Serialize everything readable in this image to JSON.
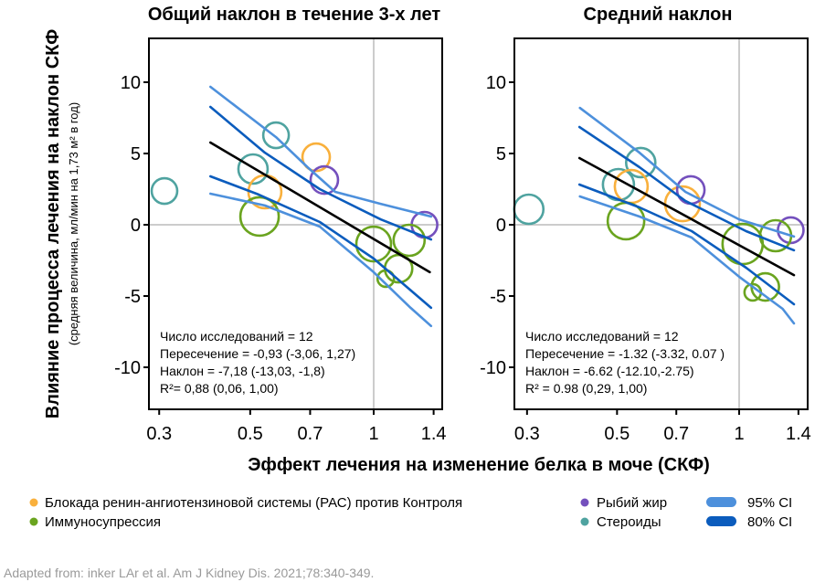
{
  "colors": {
    "ras": "#f9b03c",
    "immuno": "#6aa41f",
    "fish_oil": "#7450bd",
    "steroids": "#4fa3a0",
    "ci95": "#4d90dc",
    "ci80": "#0b5cbd",
    "fit": "#000000",
    "reference": "#cccccc"
  },
  "y_axis_title": "Влияние процесса лечения на наклон СКФ",
  "y_axis_subtitle": "(средняя величина, мл/мин на 1,73 м² в год)",
  "x_axis_title": "Эффект лечения на изменение белка в моче (СКФ)",
  "legend": {
    "ras": "Блокада ренин-ангиотензиновой системы (РАС) против Контроля",
    "immuno": "Иммуносупрессия",
    "fish_oil": "Рыбий жир",
    "steroids": "Стероиды",
    "ci95": "95% CI",
    "ci80": "80% CI"
  },
  "footer": "Adapted from: inker LAr et al. Am J Kidney Dis. 2021;78:340-349.",
  "chart_data": [
    {
      "type": "scatter",
      "title": "Общий наклон в течение 3-х лет",
      "x_scale": "log",
      "xlim": [
        0.28,
        1.5
      ],
      "ylim": [
        -13,
        13.2
      ],
      "x_ticks": [
        "0.3",
        "0.5",
        "0.7",
        "1",
        "1.4"
      ],
      "y_ticks": [
        "10",
        "5",
        "0",
        "-5",
        "-10"
      ],
      "reference_lines": {
        "x": 1,
        "y": 0
      },
      "stats": [
        "Число исследований = 12",
        "Пересечение = -0,93 (-3,06, 1,27)",
        "Наклон = -7,18 (-13,03, -1,8)",
        "R²= 0,88 (0,06, 1,00)"
      ],
      "points": [
        {
          "group": "steroids",
          "x": 0.309,
          "y": 2.37,
          "weight": 14
        },
        {
          "group": "steroids",
          "x": 0.578,
          "y": 6.28,
          "weight": 14
        },
        {
          "group": "steroids",
          "x": 0.508,
          "y": 3.91,
          "weight": 16
        },
        {
          "group": "ras",
          "x": 0.724,
          "y": 4.74,
          "weight": 15
        },
        {
          "group": "ras",
          "x": 0.543,
          "y": 2.31,
          "weight": 18
        },
        {
          "group": "fish_oil",
          "x": 0.758,
          "y": 3.14,
          "weight": 15
        },
        {
          "group": "fish_oil",
          "x": 1.33,
          "y": 0.0,
          "weight": 14
        },
        {
          "group": "immuno",
          "x": 0.527,
          "y": 0.58,
          "weight": 21
        },
        {
          "group": "immuno",
          "x": 1.0,
          "y": -1.35,
          "weight": 19
        },
        {
          "group": "immuno",
          "x": 1.22,
          "y": -1.09,
          "weight": 17
        },
        {
          "group": "immuno",
          "x": 1.15,
          "y": -3.08,
          "weight": 15
        },
        {
          "group": "immuno",
          "x": 1.07,
          "y": -3.78,
          "weight": 9
        }
      ],
      "fit": {
        "x": [
          0.4,
          1.37
        ],
        "y": [
          5.77,
          -3.33
        ]
      },
      "ci95_upper": {
        "x": [
          0.4,
          0.578,
          0.69,
          0.806,
          1.04,
          1.38
        ],
        "y": [
          9.68,
          6.15,
          4.04,
          2.31,
          1.47,
          0.58
        ]
      },
      "ci80_upper": {
        "x": [
          0.4,
          0.543,
          0.739,
          1.04,
          1.38
        ],
        "y": [
          8.27,
          5.06,
          2.5,
          0.38,
          -1.03
        ]
      },
      "ci80_lower": {
        "x": [
          0.4,
          0.524,
          0.739,
          1.0,
          1.38
        ],
        "y": [
          3.4,
          2.12,
          0.19,
          -2.37,
          -5.83
        ]
      },
      "ci95_lower": {
        "x": [
          0.4,
          0.543,
          0.739,
          1.0,
          1.23,
          1.38
        ],
        "y": [
          2.18,
          1.35,
          -0.13,
          -3.33,
          -5.83,
          -7.1
        ]
      }
    },
    {
      "type": "scatter",
      "title": "Средний наклон",
      "x_scale": "log",
      "xlim": [
        0.28,
        1.5
      ],
      "ylim": [
        -13,
        13.2
      ],
      "x_ticks": [
        "0.3",
        "0.5",
        "0.7",
        "1",
        "1.4"
      ],
      "y_ticks": [
        "10",
        "5",
        "0",
        "-5",
        "-10"
      ],
      "reference_lines": {
        "x": 1,
        "y": 0
      },
      "stats": [
        "Число исследований = 12",
        "Пересечение = -1.32 (-3.32, 0.07 )",
        "Наклон = -6.62 (-12.10,-2.75)",
        "R² = 0.98 (0,29, 1,00)"
      ],
      "points": [
        {
          "group": "steroids",
          "x": 0.303,
          "y": 1.09,
          "weight": 16
        },
        {
          "group": "steroids",
          "x": 0.504,
          "y": 2.82,
          "weight": 17
        },
        {
          "group": "steroids",
          "x": 0.572,
          "y": 4.36,
          "weight": 16
        },
        {
          "group": "ras",
          "x": 0.542,
          "y": 2.69,
          "weight": 18
        },
        {
          "group": "ras",
          "x": 0.725,
          "y": 1.47,
          "weight": 19
        },
        {
          "group": "fish_oil",
          "x": 0.76,
          "y": 2.44,
          "weight": 15
        },
        {
          "group": "fish_oil",
          "x": 1.34,
          "y": -0.38,
          "weight": 14
        },
        {
          "group": "immuno",
          "x": 0.526,
          "y": 0.26,
          "weight": 20
        },
        {
          "group": "immuno",
          "x": 1.02,
          "y": -1.35,
          "weight": 22
        },
        {
          "group": "immuno",
          "x": 1.23,
          "y": -0.77,
          "weight": 17
        },
        {
          "group": "immuno",
          "x": 1.16,
          "y": -4.36,
          "weight": 15
        },
        {
          "group": "immuno",
          "x": 1.08,
          "y": -4.74,
          "weight": 9
        }
      ],
      "fit": {
        "x": [
          0.404,
          1.365
        ],
        "y": [
          4.68,
          -3.53
        ]
      },
      "ci95_upper": {
        "x": [
          0.405,
          0.568,
          0.737,
          1.0,
          1.365
        ],
        "y": [
          8.2,
          5.06,
          2.31,
          0.38,
          -0.83
        ]
      },
      "ci80_upper": {
        "x": [
          0.404,
          0.568,
          0.737,
          1.04,
          1.365
        ],
        "y": [
          6.86,
          4.04,
          1.67,
          -0.45,
          -1.79
        ]
      },
      "ci80_lower": {
        "x": [
          0.404,
          0.568,
          0.764,
          1.04,
          1.365
        ],
        "y": [
          2.82,
          1.22,
          -0.45,
          -3.01,
          -5.58
        ]
      },
      "ci95_lower": {
        "x": [
          0.405,
          0.568,
          0.764,
          1.0,
          1.28,
          1.365
        ],
        "y": [
          1.99,
          0.58,
          -0.9,
          -3.65,
          -5.9,
          -6.92
        ]
      }
    }
  ]
}
